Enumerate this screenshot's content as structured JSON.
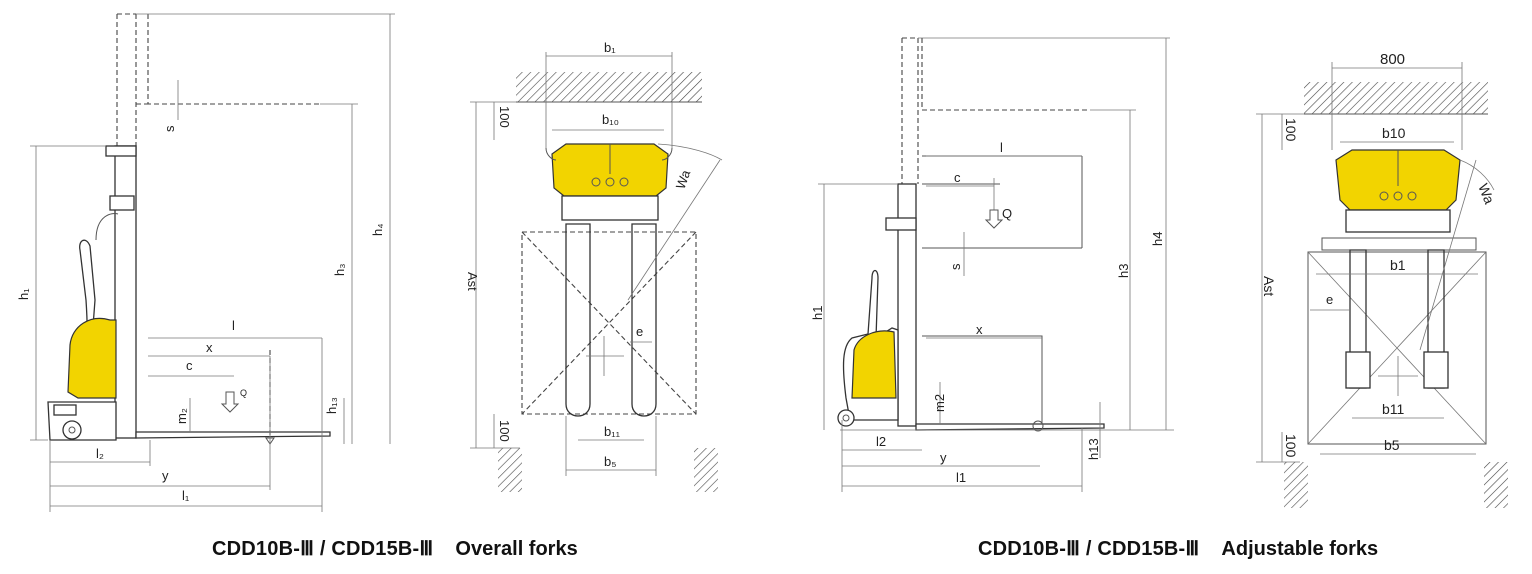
{
  "captions": {
    "left": {
      "model": "CDD10B-Ⅲ / CDD15B-Ⅲ",
      "forks": "Overall forks"
    },
    "right": {
      "model": "CDD10B-Ⅲ / CDD15B-Ⅲ",
      "forks": "Adjustable forks"
    }
  },
  "views": {
    "side_overall": {
      "dims": {
        "h1": "h₁",
        "h3": "h₃",
        "h4": "h₄",
        "h13": "h₁₃",
        "m2": "m₂",
        "s": "s",
        "l": "l",
        "x": "x",
        "c": "c",
        "Q": "Q",
        "l2": "l₂",
        "y": "y",
        "l1": "l₁"
      }
    },
    "top_overall": {
      "dims": {
        "b1": "b₁",
        "b10": "b₁₀",
        "b11": "b₁₁",
        "b5": "b₅",
        "Wa": "Wa",
        "Ast": "Ast",
        "e": "e",
        "c100_top": "100",
        "c100_bottom": "100"
      }
    },
    "side_adjustable": {
      "dims": {
        "h1": "h1",
        "h3": "h3",
        "h4": "h4",
        "h13": "h13",
        "m2": "m2",
        "s": "s",
        "l": "l",
        "x": "x",
        "c": "c",
        "Q": "Q",
        "l2": "l2",
        "y": "y",
        "l1": "l1"
      }
    },
    "top_adjustable": {
      "dims": {
        "w800": "800",
        "b10": "b10",
        "b1": "b1",
        "b11": "b11",
        "b5": "b5",
        "Wa": "Wa",
        "Ast": "Ast",
        "e": "e",
        "c100_top": "100",
        "c100_bottom": "100"
      }
    }
  },
  "colors": {
    "body_yellow": "#f2d400",
    "line": "#555555",
    "text": "#222222"
  }
}
